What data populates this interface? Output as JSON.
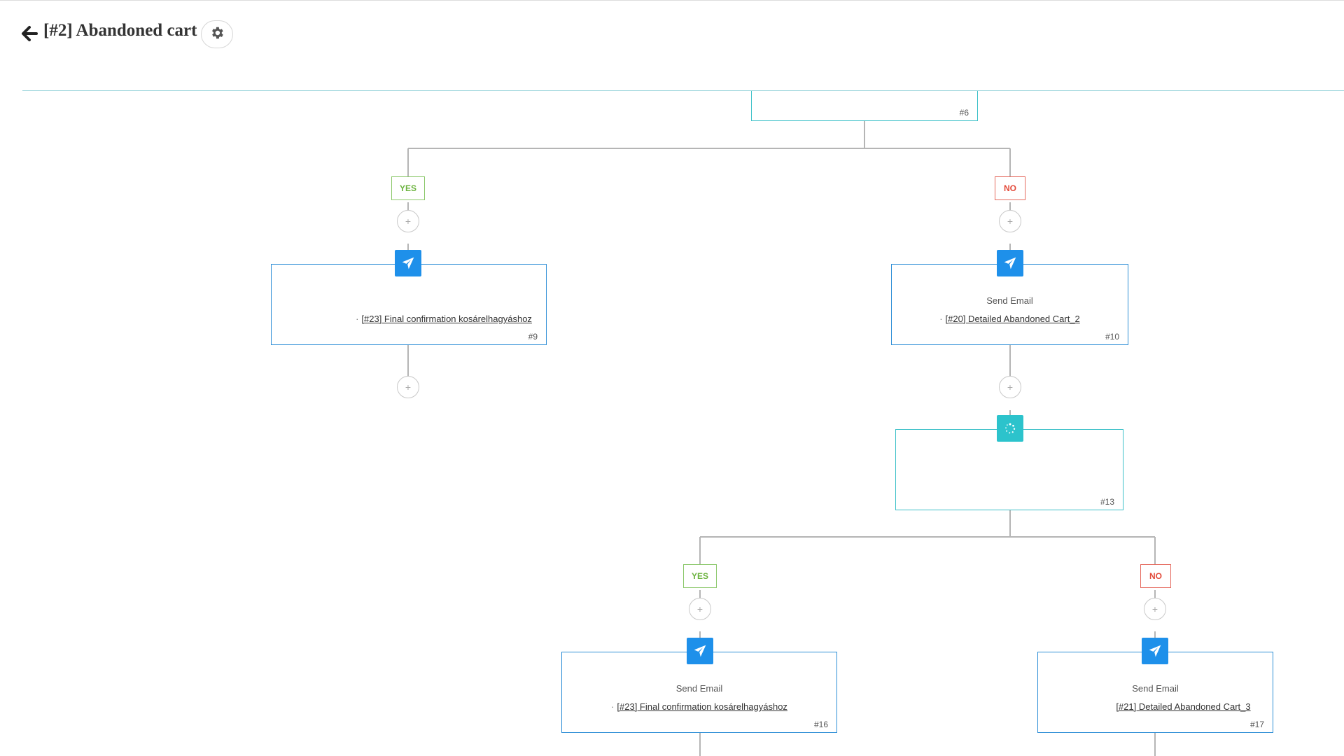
{
  "header": {
    "title": "[#2] Abandoned cart"
  },
  "branch_labels": {
    "yes": "YES",
    "no": "NO"
  },
  "plus_symbol": "+",
  "nodes": {
    "n6": {
      "id": "#6"
    },
    "n9": {
      "id": "#9",
      "link": "[#23] Final confirmation kosárelhagyáshoz"
    },
    "n10": {
      "id": "#10",
      "type": "Send Email",
      "link": "[#20] Detailed Abandoned Cart_2"
    },
    "n13": {
      "id": "#13"
    },
    "n16": {
      "id": "#16",
      "type": "Send Email",
      "link": "[#23] Final confirmation kosárelhagyáshoz"
    },
    "n17": {
      "id": "#17",
      "type": "Send Email",
      "link": "[#21] Detailed Abandoned Cart_3"
    }
  },
  "colors": {
    "email_icon": "#1e90ea",
    "condition_icon": "#2cc3cc",
    "yes": "#6cb33f",
    "no": "#e34a3a",
    "connector": "#b5b5b5"
  }
}
